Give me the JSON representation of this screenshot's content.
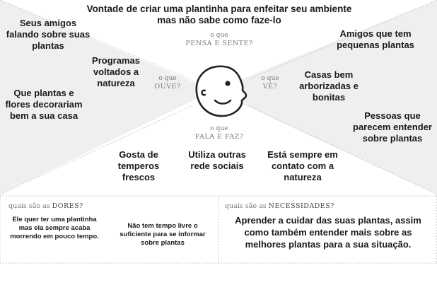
{
  "title": "Vontade de criar uma plantinha para enfeitar seu ambiente mas não sabe como faze-lo",
  "quadrants": {
    "pensa": {
      "label_small": "o que",
      "label_big": "PENSA E SENTE?"
    },
    "ouve": {
      "label_small": "o que",
      "label_big": "OUVE?"
    },
    "ve": {
      "label_small": "o que",
      "label_big": "VÊ?"
    },
    "fala": {
      "label_small": "o que",
      "label_big": "FALA E FAZ?"
    }
  },
  "notes": {
    "amigos_falando": "Seus amigos falando sobre suas plantas",
    "programas": "Programas voltados a natureza",
    "que_plantas": "Que plantas e flores decorariam bem a sua casa",
    "amigos_pequenas": "Amigos que tem pequenas plantas",
    "casas": "Casas bem arborizadas e bonitas",
    "pessoas": "Pessoas que parecem entender sobre plantas",
    "gosta": "Gosta de temperos frescos",
    "utiliza": "Utiliza outras rede sociais",
    "esta": "Está sempre em contato com a natureza"
  },
  "dores": {
    "label_prefix": "quais são as",
    "label_word": "DORES?",
    "item1": "Ele quer ter uma plantinha mas ela sempre acaba morrendo em pouco tempo.",
    "item2": "Não tem tempo livre o suficiente para se informar sobre plantas"
  },
  "necessidades": {
    "label_prefix": "quais são as",
    "label_word": "NECESSIDADES?",
    "text": "Aprender a cuidar das suas plantas, assim como também entender mais sobre as melhores plantas para a sua situação."
  },
  "colors": {
    "shade": "#efefef",
    "line": "#c8c8c8",
    "text": "#1a1a1a",
    "label": "#777777"
  }
}
